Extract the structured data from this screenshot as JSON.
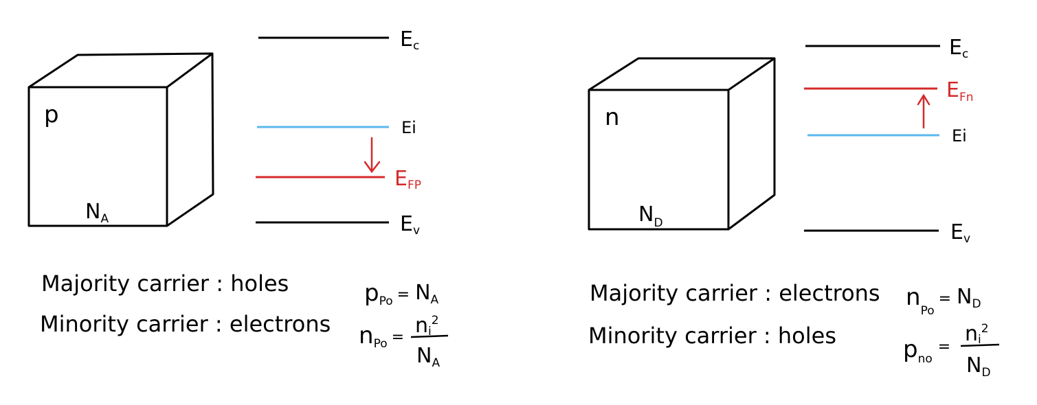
{
  "colors": {
    "line": "#000000",
    "intrinsic": "#5ab8ee",
    "fermi": "#d42a2a"
  },
  "p_type": {
    "type_label": "p",
    "doping_label": "N",
    "doping_sub": "A",
    "levels": {
      "conduction": {
        "label": "E",
        "sub": "c"
      },
      "intrinsic": {
        "label": "Ei"
      },
      "fermi": {
        "label": "E",
        "sub": "FP"
      },
      "valence": {
        "label": "E",
        "sub": "v"
      }
    },
    "majority_line": "Majority carrier : holes",
    "minority_line": "Minority carrier : electrons",
    "eq1": {
      "lhs": "p",
      "lhs_sub": "Po",
      "eq": "=",
      "rhs": "N",
      "rhs_sub": "A"
    },
    "eq2": {
      "lhs": "n",
      "lhs_sub": "Po",
      "eq": "=",
      "num": "n",
      "num_sub": "i",
      "num_sup": "2",
      "den": "N",
      "den_sub": "A"
    }
  },
  "n_type": {
    "type_label": "n",
    "doping_label": "N",
    "doping_sub": "D",
    "levels": {
      "conduction": {
        "label": "E",
        "sub": "c"
      },
      "fermi": {
        "label": "E",
        "sub": "Fn"
      },
      "intrinsic": {
        "label": "Ei"
      },
      "valence": {
        "label": "E",
        "sub": "v"
      }
    },
    "majority_line": "Majority carrier : electrons",
    "minority_line": "Minority carrier : holes",
    "eq1": {
      "lhs": "n",
      "lhs_sub": "Po",
      "eq": "=",
      "rhs": "N",
      "rhs_sub": "D"
    },
    "eq2": {
      "lhs": "p",
      "lhs_sub": "no",
      "eq": "=",
      "num": "n",
      "num_sub": "i",
      "num_sup": "2",
      "den": "N",
      "den_sub": "D"
    }
  }
}
